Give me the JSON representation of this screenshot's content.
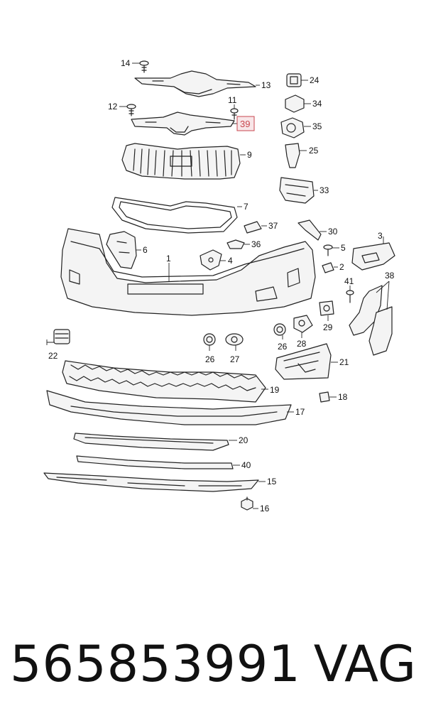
{
  "footer": {
    "part_number": "565853991",
    "brand": "VAG"
  },
  "highlight_color": "#c9474f",
  "callouts": {
    "c1": "1",
    "c2": "2",
    "c3": "3",
    "c4": "4",
    "c5": "5",
    "c6": "6",
    "c7": "7",
    "c9": "9",
    "c11": "11",
    "c12": "12",
    "c13": "13",
    "c14": "14",
    "c15": "15",
    "c16": "16",
    "c17": "17",
    "c18": "18",
    "c19": "19",
    "c20": "20",
    "c21": "21",
    "c22": "22",
    "c24": "24",
    "c25": "25",
    "c26a": "26",
    "c26b": "26",
    "c27": "27",
    "c28": "28",
    "c29": "29",
    "c30": "30",
    "c33": "33",
    "c34": "34",
    "c35": "35",
    "c36": "36",
    "c37": "37",
    "c38": "38",
    "c39": "39",
    "c40": "40",
    "c41": "41"
  }
}
